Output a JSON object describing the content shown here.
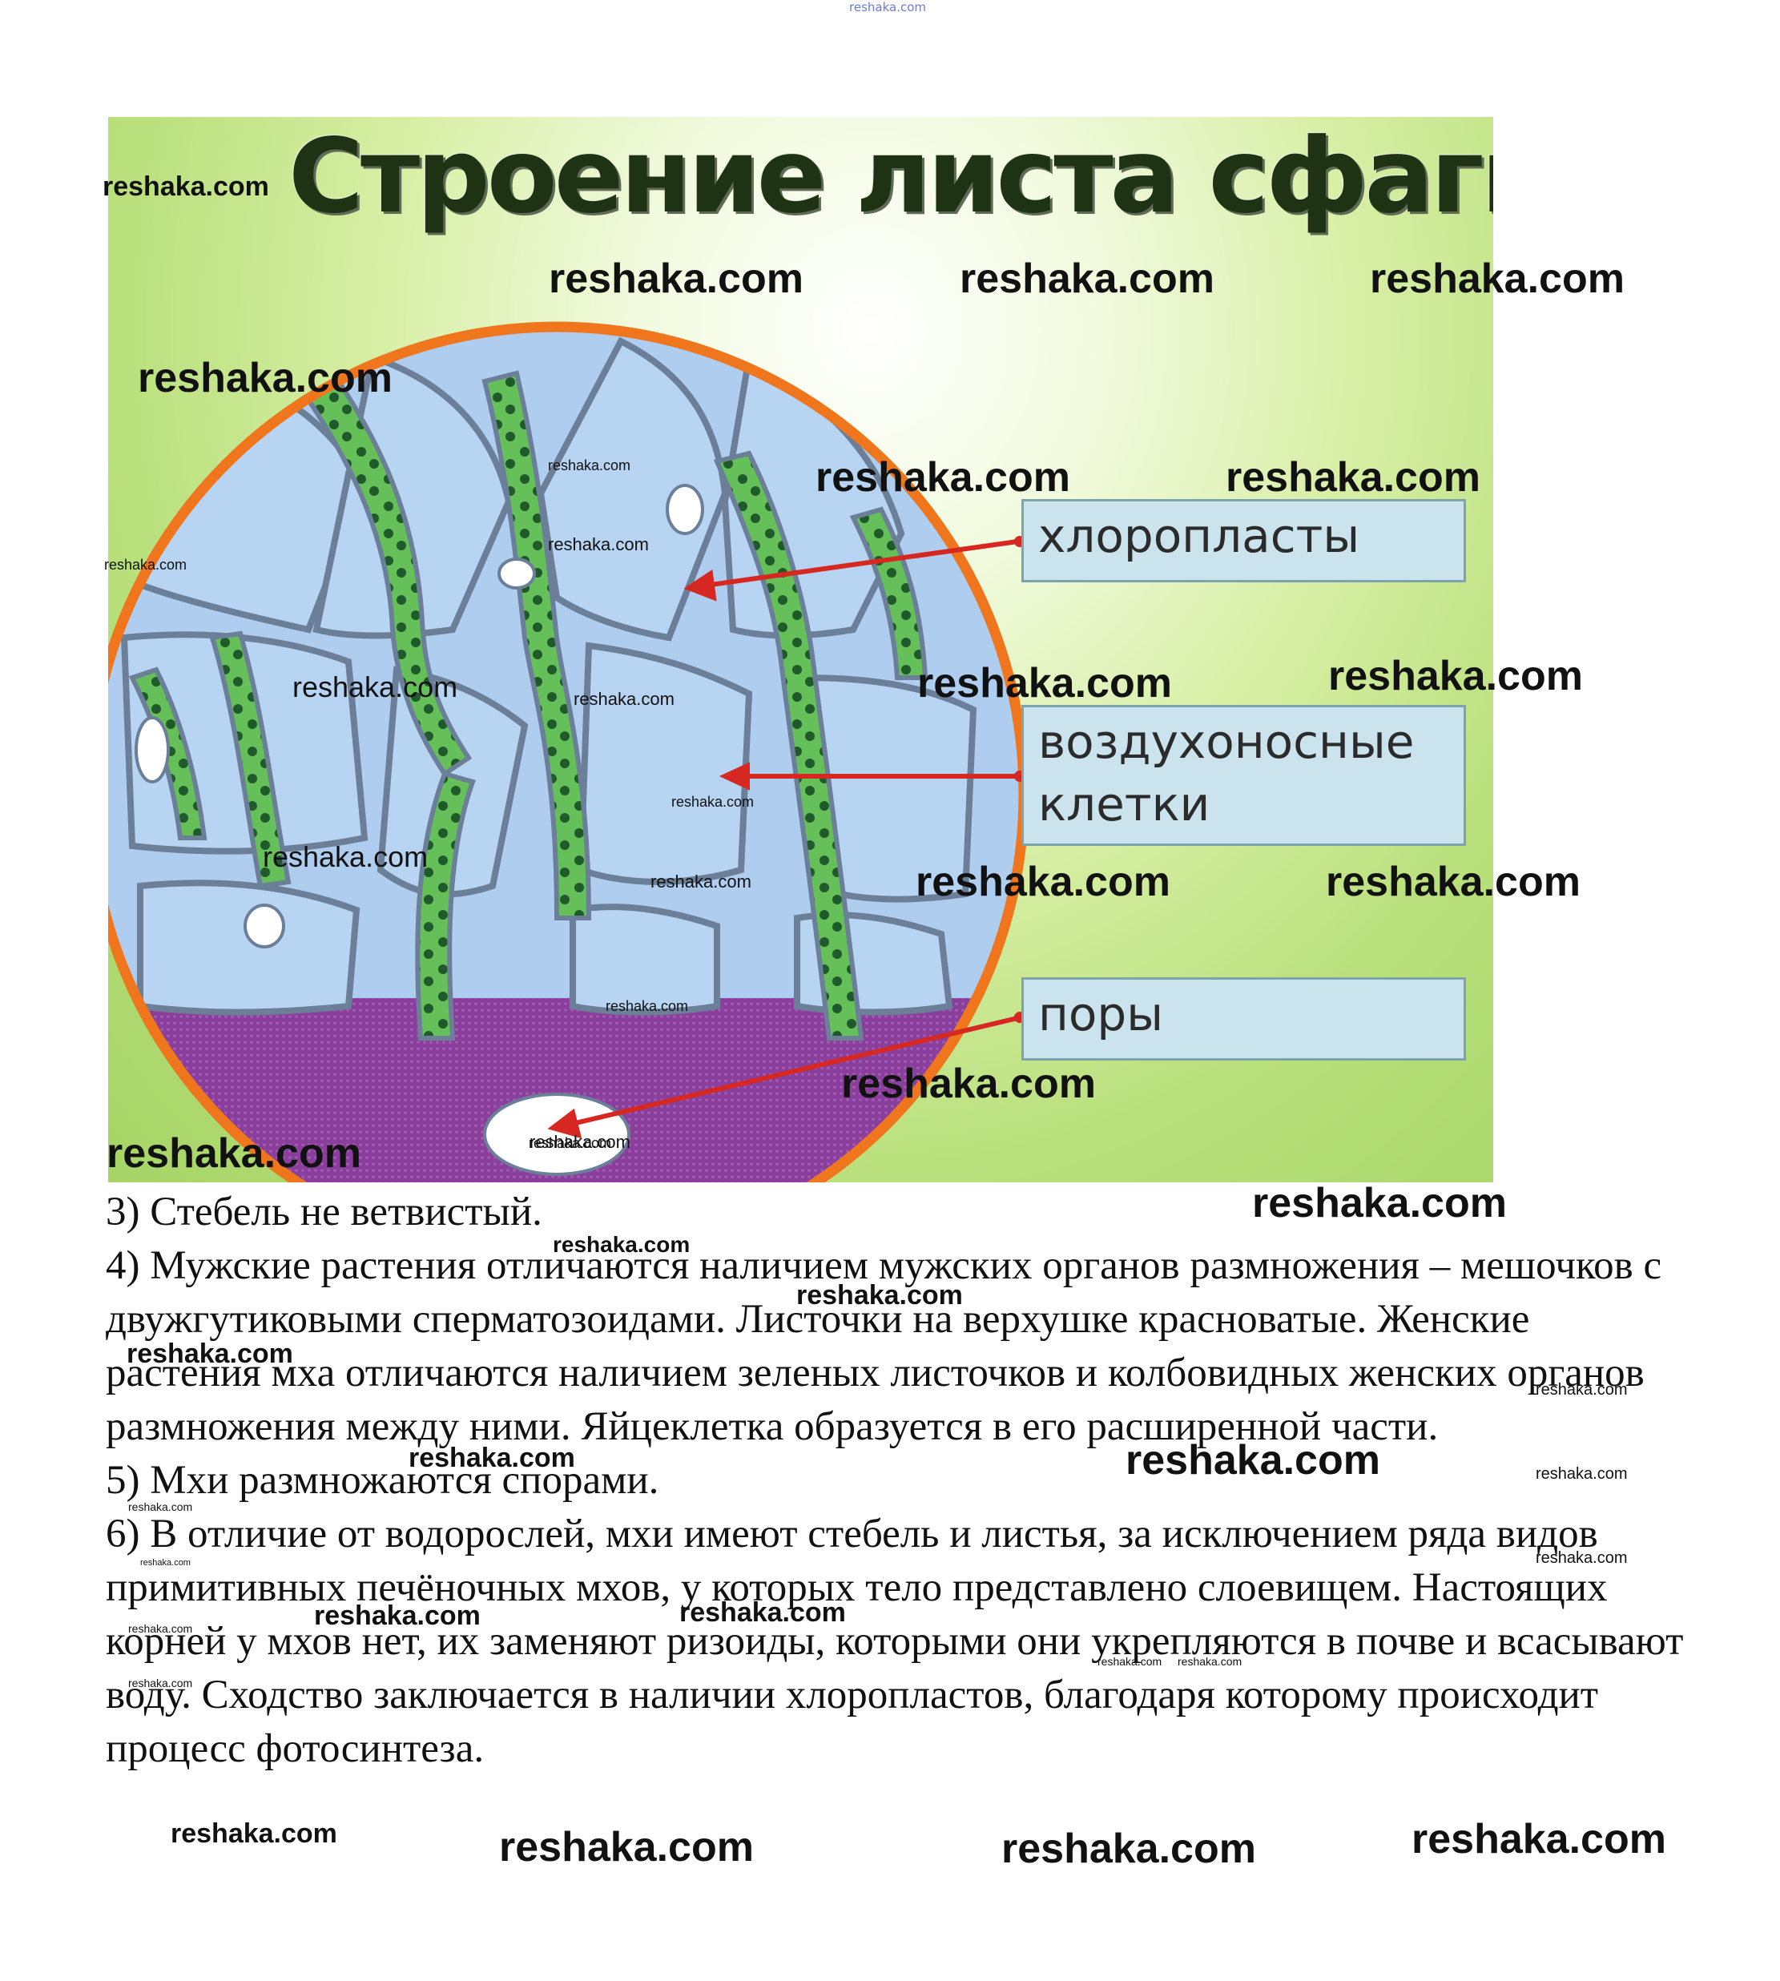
{
  "source_mark": "reshaka.com",
  "figure": {
    "title": "Строение листа сфагнума",
    "labels": {
      "chloroplasts": "хлоропласты",
      "air_cells_line1": "воздухоносные",
      "air_cells_line2": "клетки",
      "pores": "поры"
    },
    "colors": {
      "ring": "#f0761e",
      "arrow": "#d62820",
      "cell": "#aecdef",
      "green_cell": "#5fbf57",
      "purple": "#8a3f9c"
    }
  },
  "text": {
    "p3": "3) Стебель не ветвистый.",
    "p4": "4) Мужские растения отличаются наличием мужских органов размножения – мешочков с двужгутиковыми сперматозоидами. Листочки на верхушке красноватые. Женские растения мха отличаются наличием зеленых листочков и колбовидных женских органов размножения между ними. Яйцеклетка образуется в его расширенной части.",
    "p5": "5) Мхи размножаются спорами.",
    "p6": "6) В отличие от водорослей, мхи имеют стебель и листья, за исключением ряда видов примитивных печёночных мхов, у которых тело представлено слоевищем. Настоящих корней у мхов нет, их заменяют ризоиды, которыми они укрепляются в почве и всасывают воду. Сходство заключается в наличии хлоропластов, благодаря которому происходит процесс фотосинтеза."
  },
  "watermark": "reshaka.com"
}
